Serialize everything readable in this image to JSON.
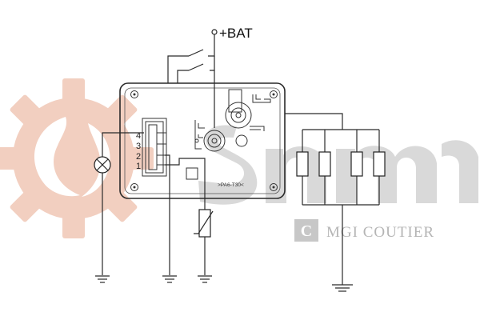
{
  "supply": {
    "label": "+BAT"
  },
  "connector": {
    "pins": [
      "4",
      "3",
      "2",
      "1"
    ]
  },
  "module": {
    "reference": ">PA6-T30<"
  },
  "watermark": {
    "brand": "MGI COUTIER",
    "logo_letter": "C",
    "brand_color": "#f2cfc0"
  }
}
